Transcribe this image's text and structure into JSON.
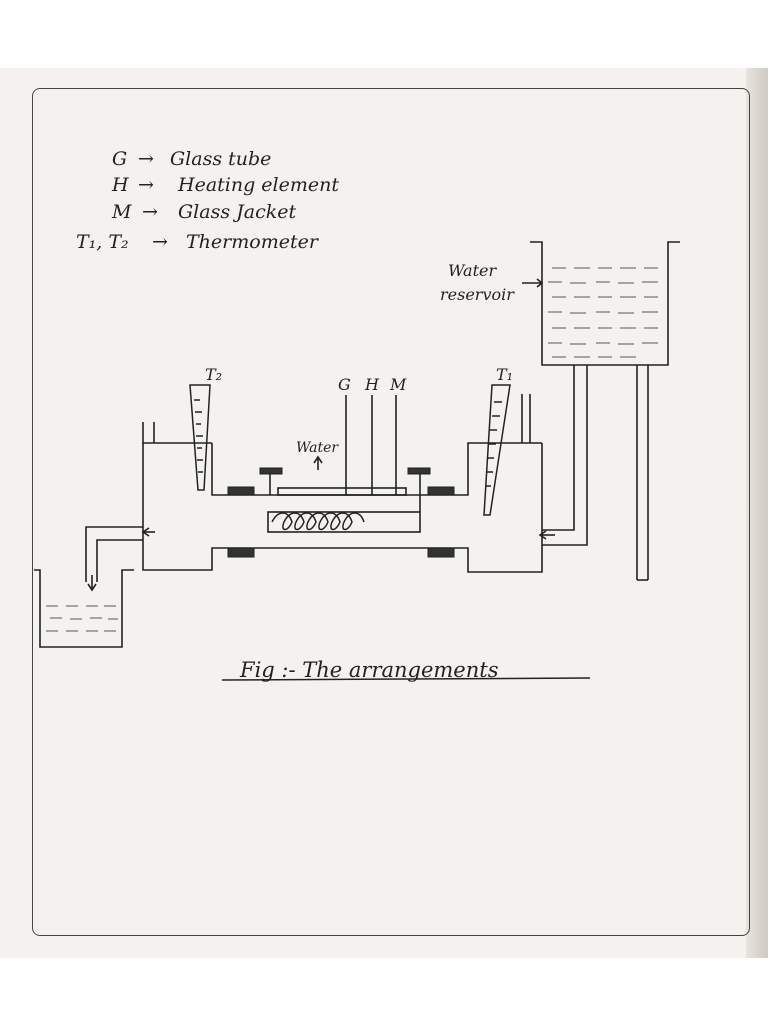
{
  "legend": [
    {
      "symbol": "G",
      "arrow": "→",
      "meaning": "Glass tube"
    },
    {
      "symbol": "H",
      "arrow": "→",
      "meaning": "Heating element"
    },
    {
      "symbol": "M",
      "arrow": "→",
      "meaning": "Glass Jacket"
    },
    {
      "symbol": "T₁, T₂",
      "arrow": "→",
      "meaning": "Thermometer"
    }
  ],
  "labels": {
    "t2": "T₂",
    "t1": "T₁",
    "g": "G",
    "h": "H",
    "m": "M",
    "water_inlet": "Water",
    "reservoir_line1": "Water",
    "reservoir_line2": "reservoir"
  },
  "caption": "Fig :- The arrangements"
}
